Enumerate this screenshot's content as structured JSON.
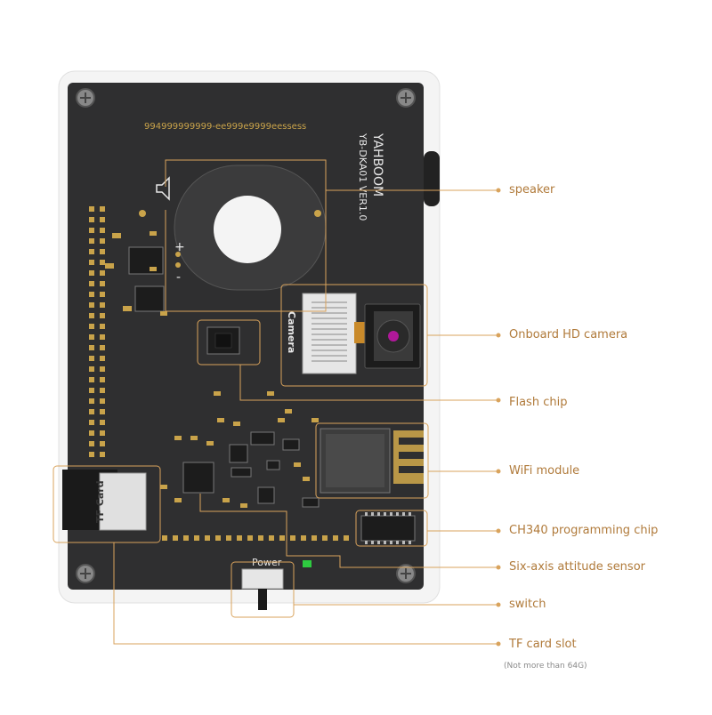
{
  "board": {
    "brand": "YAHBOOM",
    "model": "YB-DKA01 VER1.0",
    "part_number": "994999999999-ee999e9999eessess",
    "camera_connector_label": "Camera",
    "tf_slot_label": "TF Card",
    "power_label": "Power",
    "plus_sign": "+",
    "minus_sign": "-"
  },
  "callouts": [
    {
      "id": "speaker",
      "label": "speaker"
    },
    {
      "id": "camera",
      "label": "Onboard HD camera"
    },
    {
      "id": "flash",
      "label": "Flash chip"
    },
    {
      "id": "wifi",
      "label": "WiFi module"
    },
    {
      "id": "ch340",
      "label": "CH340 programming chip"
    },
    {
      "id": "sensor",
      "label": "Six-axis attitude sensor"
    },
    {
      "id": "switch",
      "label": "switch"
    },
    {
      "id": "tfslot",
      "label": "TF card slot"
    }
  ],
  "tf_note": "(Not more than 64G)",
  "colors": {
    "pcb": "#2f2f30",
    "silk": "#e8e8e8",
    "pad": "#c9a34a",
    "callout_line": "#d9a35c",
    "label": "#b07a3a",
    "chip": "#1c1c1c",
    "camera_dot": "#b0189a"
  }
}
